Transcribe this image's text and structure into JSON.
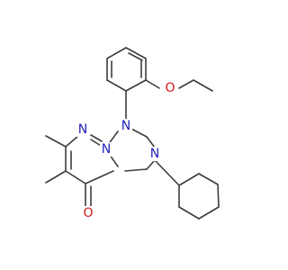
{
  "structure": {
    "atoms": {
      "n1": "N",
      "n2": "N",
      "n3": "N",
      "n4": "N",
      "o_ether": "O",
      "o_carbonyl": "O"
    },
    "colors": {
      "bond": "#3c3c3c",
      "nitrogen": "#1f1fbf",
      "oxygen": "#d01818",
      "background": "#ffffff"
    }
  }
}
